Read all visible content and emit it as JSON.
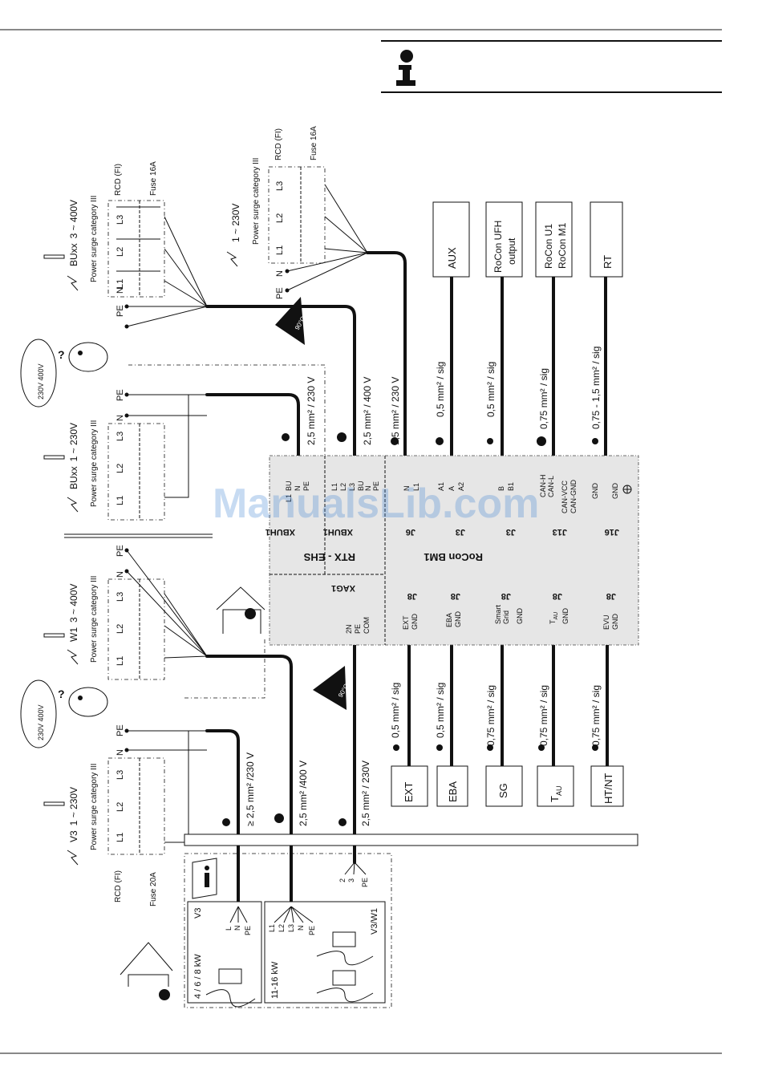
{
  "supply": {
    "bu3": {
      "name": "BUxx",
      "voltage": "3 ~ 400V",
      "category": "Power surge category III",
      "n": "N",
      "pe": "PE"
    },
    "bu1": {
      "name": "BUxx",
      "voltage": "1 ~ 230V",
      "category": "Power surge category III",
      "n": "N",
      "pe": "PE"
    },
    "w1": {
      "name": "W1",
      "voltage": "3 ~ 400V",
      "category": "Power surge category III",
      "n": "N",
      "pe": "PE"
    },
    "v3": {
      "name": "V3",
      "voltage": "1 ~ 230V",
      "category": "Power surge category III",
      "n": "N",
      "pe": "PE"
    },
    "hp": {
      "voltage": "1 ~ 230V",
      "category": "Power surge category III",
      "n": "N",
      "pe": "PE"
    },
    "phase_labels": [
      "L1",
      "L2",
      "L3"
    ],
    "rcd": "RCD (FI)",
    "fuse16": "Fuse 16A",
    "fuse20": "Fuse 20A",
    "thought_bubble": "230V 400V",
    "question": "?",
    "heat_badge": "90°C"
  },
  "cables": {
    "xbuh1_1": "2,5 mm² / 230 V",
    "xbuh1_3": "2,5 mm² / 400 V",
    "j6": "1,5 mm² / 230 V",
    "j3_aux": "0,5 mm² / sig",
    "j3_ufh": "0,5 mm² / sig",
    "j13": "0,75 mm² / sig",
    "j16": "0,75 - 1,5 mm² / sig",
    "ext": "0,5 mm² / sig",
    "eba": "0,5 mm² / sig",
    "sg": "0,75 mm² / sig",
    "tau": "0,75 mm² / sig",
    "htnt": "0,75 mm² / sig",
    "v3_outdoor": "≥ 2,5 mm² /230 V",
    "w1_outdoor": "2,5 mm² /400 V",
    "xag1": "2,5 mm² / 230V"
  },
  "unit": {
    "rtx_title": "RTX - EHS",
    "rocon_title": "RoCon BM1",
    "xag1": "XAG1",
    "xag1_terms": [
      "2N",
      "PE",
      "COM"
    ],
    "xbuh1": "XBUH1",
    "xbuh1_1_terms": [
      "BU",
      "L1",
      "N",
      "PE"
    ],
    "xbuh1_3_terms": [
      "L1",
      "L2",
      "L3",
      "BU",
      "N",
      "PE"
    ],
    "j6": "J6",
    "j6_terms": [
      "N",
      "L1"
    ],
    "j3": "J3",
    "j3_aux_terms": [
      "A1",
      "A",
      "A2"
    ],
    "j3_ufh_terms": [
      "B",
      "B1"
    ],
    "j13": "J13",
    "j13_terms": [
      "CAN-H",
      "CAN-L",
      "CAN-VCC",
      "CAN-GND"
    ],
    "j16": "J16",
    "j16_terms": [
      "GND",
      "GND"
    ],
    "j8": "J8",
    "j8_ext_terms": [
      "EXT",
      "GND"
    ],
    "j8_eba_terms": [
      "EBA",
      "GND"
    ],
    "j8_sg_terms": [
      "Smart",
      "Grid",
      "GND"
    ],
    "j8_tau_terms": [
      "T",
      "AU",
      "GND"
    ],
    "j8_evu_terms": [
      "EVU",
      "GND"
    ]
  },
  "devices": {
    "aux": "AUX",
    "ufh": [
      "RoCon UFH",
      "output"
    ],
    "u1m1": [
      "RoCon U1",
      "RoCon M1"
    ],
    "rt": "RT",
    "ext": "EXT",
    "eba": "EBA",
    "sg": "SG",
    "tau": [
      "T",
      "AU"
    ],
    "htnt": "HT/NT"
  },
  "outdoor": {
    "v3_tag": "V3",
    "v3w1_tag": "V3/W1",
    "small_power": "4 / 6 / 8 kW",
    "big_power": "11-16 kW",
    "v3_terms": [
      "L",
      "N",
      "PE"
    ],
    "w1_terms": [
      "L1",
      "L2",
      "L3",
      "N",
      "PE"
    ],
    "xag_terms": [
      "2",
      "3",
      "PE"
    ]
  },
  "watermark": "ManualsLib.com"
}
